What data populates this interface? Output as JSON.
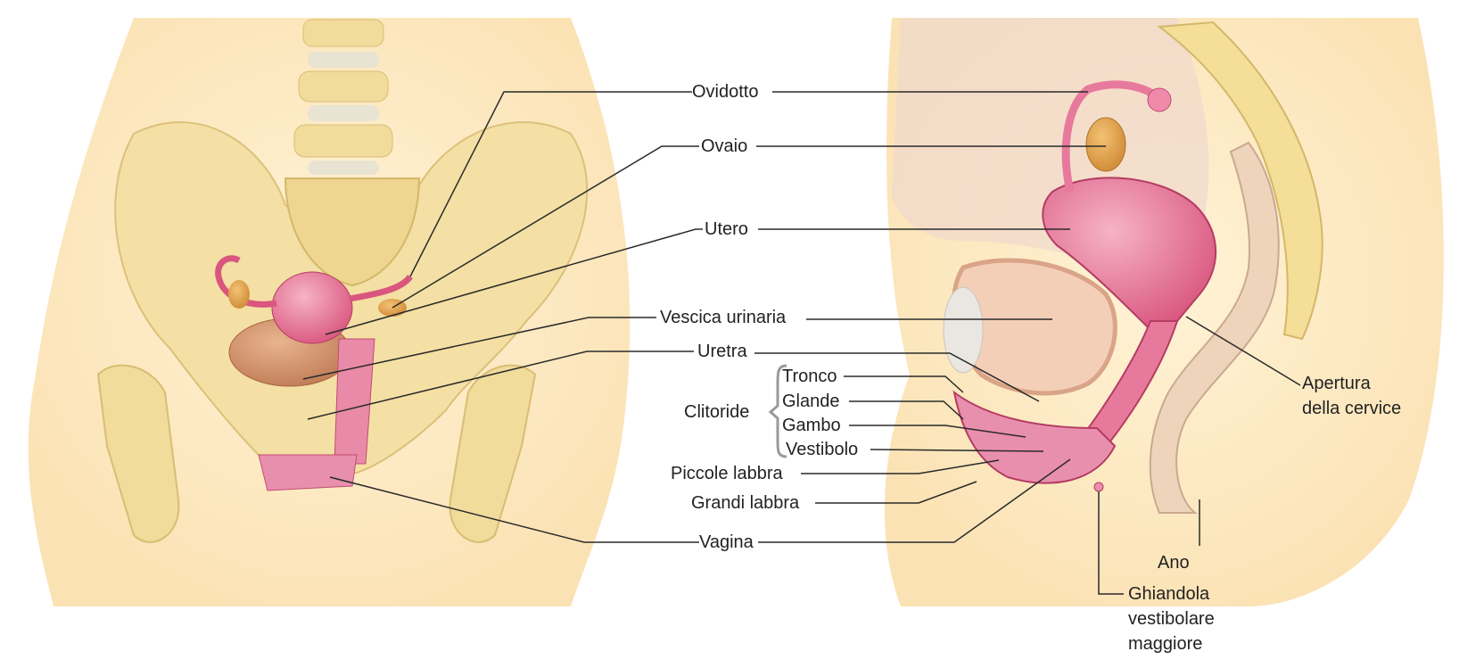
{
  "colors": {
    "skin": "#fcebc4",
    "bone": "#f3dfa0",
    "bone_shade": "#e7cc86",
    "organ": "#e77a9c",
    "organ_dark": "#c94a74",
    "bladder": "#d79b75",
    "ovary": "#e1a24f",
    "leader": "#2a2a2a"
  },
  "labels": {
    "ovidotto": "Ovidotto",
    "ovaio": "Ovaio",
    "utero": "Utero",
    "vescica": "Vescica urinaria",
    "uretra": "Uretra",
    "tronco": "Tronco",
    "glande": "Glande",
    "clitoride": "Clitoride",
    "gambo": "Gambo",
    "vestibolo": "Vestibolo",
    "piccole_labbra": "Piccole labbra",
    "grandi_labbra": "Grandi labbra",
    "vagina": "Vagina",
    "apertura_1": "Apertura",
    "apertura_2": "della cervice",
    "ano": "Ano",
    "ghiandola_1": "Ghiandola",
    "ghiandola_2": "vestibolare",
    "ghiandola_3": "maggiore"
  }
}
